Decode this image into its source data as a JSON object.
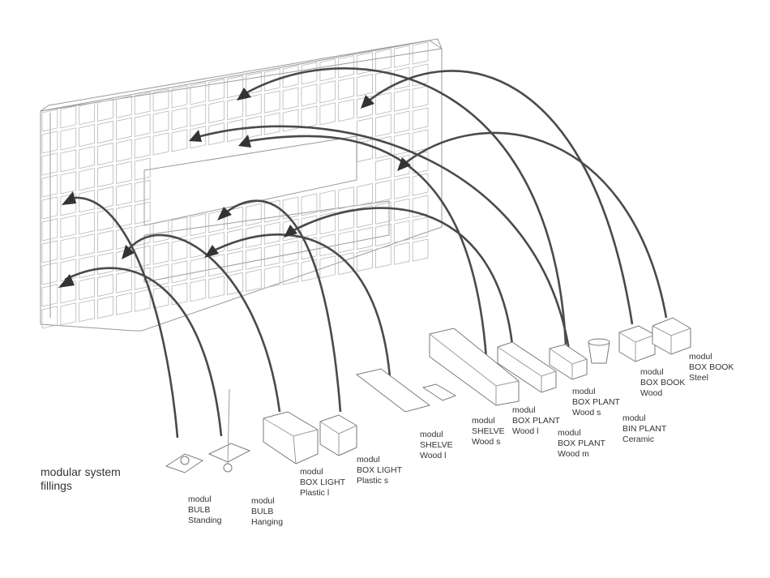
{
  "caption": [
    "modular system",
    "fillings"
  ],
  "modules": [
    {
      "id": "bulb-standing",
      "lines": [
        "modul",
        "BULB",
        "Standing"
      ]
    },
    {
      "id": "bulb-hanging",
      "lines": [
        "modul",
        "BULB",
        "Hanging"
      ]
    },
    {
      "id": "box-light-l",
      "lines": [
        "modul",
        "BOX LIGHT",
        "Plastic l"
      ]
    },
    {
      "id": "box-light-s",
      "lines": [
        "modul",
        "BOX LIGHT",
        "Plastic s"
      ]
    },
    {
      "id": "shelve-wood-l",
      "lines": [
        "modul",
        "SHELVE",
        "Wood l"
      ]
    },
    {
      "id": "shelve-wood-s",
      "lines": [
        "modul",
        "SHELVE",
        "Wood s"
      ]
    },
    {
      "id": "box-plant-l",
      "lines": [
        "modul",
        "BOX PLANT",
        "Wood l"
      ]
    },
    {
      "id": "box-plant-m",
      "lines": [
        "modul",
        "BOX PLANT",
        "Wood m"
      ]
    },
    {
      "id": "box-plant-s",
      "lines": [
        "modul",
        "BOX PLANT",
        "Wood s"
      ]
    },
    {
      "id": "bin-plant",
      "lines": [
        "modul",
        "BIN PLANT",
        "Ceramic"
      ]
    },
    {
      "id": "box-book-wood",
      "lines": [
        "modul",
        "BOX BOOK",
        "Wood"
      ]
    },
    {
      "id": "box-book-steel",
      "lines": [
        "modul",
        "BOX BOOK",
        "Steel"
      ]
    }
  ]
}
